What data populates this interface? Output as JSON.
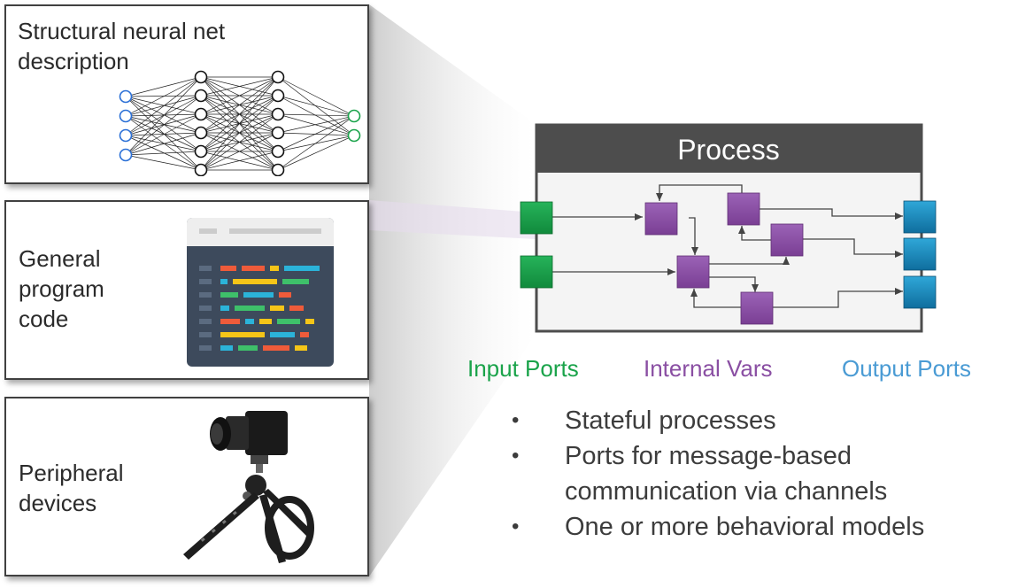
{
  "cards": [
    {
      "label": "Structural neural net\ndescription"
    },
    {
      "label": "General\nprogram\ncode"
    },
    {
      "label": "Peripheral\ndevices"
    }
  ],
  "process": {
    "title": "Process"
  },
  "legend": {
    "input": "Input Ports",
    "internal": "Internal Vars",
    "output": "Output Ports"
  },
  "bullets": [
    "Stateful processes",
    "Ports for message-based\ncommunication via channels",
    "One or more behavioral models"
  ],
  "colors": {
    "input": "#1aa34a",
    "internal": "#8a4fa3",
    "output": "#1b7fb5",
    "process_header": "#4d4d4d"
  }
}
